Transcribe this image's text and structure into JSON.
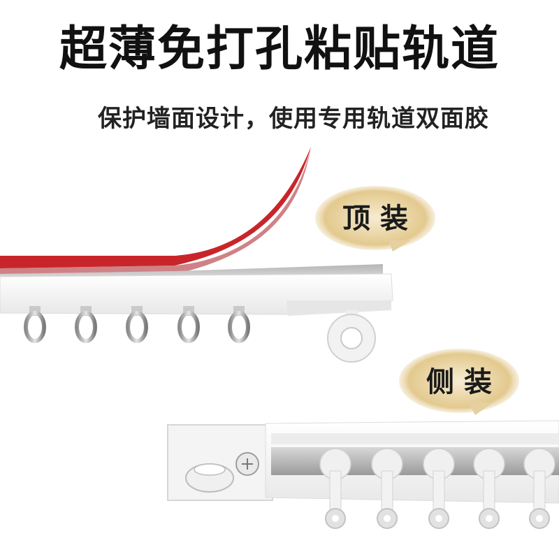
{
  "headline": "超薄免打孔粘贴轨道",
  "subline": "保护墙面设计，使用专用轨道双面胶",
  "labels": {
    "top_mount": "顶 装",
    "side_mount": "侧 装"
  },
  "colors": {
    "tape_red": "#c8252b",
    "tag_gold": "#d8b97a",
    "rail_white": "#f6f6f6",
    "text_dark": "#111111"
  }
}
